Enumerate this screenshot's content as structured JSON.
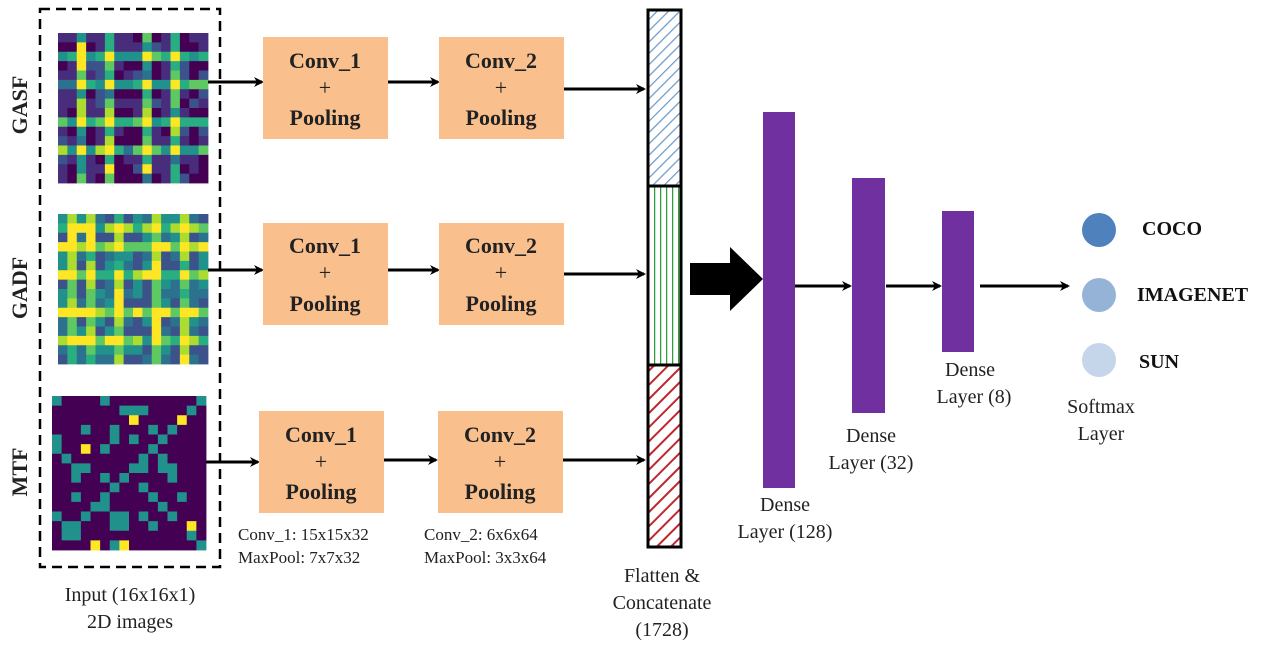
{
  "input": {
    "rows": [
      {
        "label": "GASF"
      },
      {
        "label": "GADF"
      },
      {
        "label": "MTF"
      }
    ],
    "caption_line1": "Input (16x16x1)",
    "caption_line2": "2D images"
  },
  "conv_blocks": [
    {
      "conv1_title": "Conv_1",
      "conv1_plus": "+",
      "conv1_pool": "Pooling",
      "conv2_title": "Conv_2",
      "conv2_plus": "+",
      "conv2_pool": "Pooling"
    },
    {
      "conv1_title": "Conv_1",
      "conv1_plus": "+",
      "conv1_pool": "Pooling",
      "conv2_title": "Conv_2",
      "conv2_plus": "+",
      "conv2_pool": "Pooling"
    },
    {
      "conv1_title": "Conv_1",
      "conv1_plus": "+",
      "conv1_pool": "Pooling",
      "conv2_title": "Conv_2",
      "conv2_plus": "+",
      "conv2_pool": "Pooling"
    }
  ],
  "conv_notes": {
    "conv1_line1": "Conv_1: 15x15x32",
    "conv1_line2": "MaxPool: 7x7x32",
    "conv2_line1": "Conv_2: 6x6x64",
    "conv2_line2": "MaxPool: 3x3x64"
  },
  "flatten": {
    "line1": "Flatten &",
    "line2": "Concatenate",
    "line3": "(1728)"
  },
  "dense": [
    {
      "line1": "Dense",
      "line2": "Layer (128)"
    },
    {
      "line1": "Dense",
      "line2": "Layer (32)"
    },
    {
      "line1": "Dense",
      "line2": "Layer (8)"
    }
  ],
  "softmax": {
    "line1": "Softmax",
    "line2": "Layer",
    "classes": [
      {
        "name": "COCO",
        "color": "#4f81bd"
      },
      {
        "name": "IMAGENET",
        "color": "#95b3d7"
      },
      {
        "name": "SUN",
        "color": "#c5d5ea"
      }
    ]
  },
  "colors": {
    "conv_box": "#f9c08e",
    "dense_bar": "#7030a0",
    "flatten_blue": "#6e9ac9",
    "flatten_green": "#2e9e3e",
    "flatten_red": "#c0272d"
  }
}
